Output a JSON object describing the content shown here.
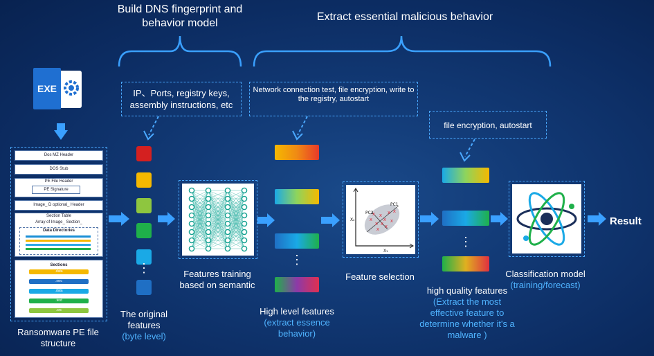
{
  "headers": {
    "dns_model": "Build DNS fingerprint and behavior model",
    "extract": "Extract essential malicious behavior"
  },
  "notes": {
    "features": "IP、Ports, registry keys, assembly instructions, etc",
    "behaviors": "Network connection test, file encryption, write to the registry, autostart",
    "quality": "file encryption, autostart"
  },
  "exe_icon": {
    "label": "EXE",
    "icon": "gear-icon"
  },
  "pe": {
    "dos_mz": "Dos MZ Header",
    "dos_stub": "DOS Stub",
    "pe_file_header": "PE File Header",
    "pe_signature": "PE Signature",
    "optional_header": "Image_ D optional_ Header",
    "section_table": "Section Table",
    "array_section": "Array of Image_ Section_",
    "data_directories": "Data Directories",
    "sections_title": "Sections",
    "sections": [
      ".data",
      ".rsrc",
      ".data",
      ".text",
      ".src"
    ],
    "caption": "Ransomware PE file structure"
  },
  "labels": {
    "original": "The original features",
    "original_sub": "(byte level)",
    "training": "Features training based on semantic",
    "high_level": "High level features",
    "high_level_sub": "(extract essence behavior)",
    "selection": "Feature selection",
    "high_quality": "high quality features",
    "high_quality_sub": "(Extract the most effective feature to determine whether it's a malware )",
    "classification": "Classification model",
    "classification_sub": "(training/forecast)",
    "result": "Result"
  },
  "scatter": {
    "pc1": "PC1",
    "pc2": "PC2",
    "y_axis": "X₂",
    "x_axis": "X₁"
  },
  "dots": "⋮",
  "colors": {
    "background": "#0d2a5c",
    "dashed_border": "#4aa8ff",
    "accent_blue": "#4fb3ff",
    "arrow": "#3aa0ff",
    "squares": [
      "#d42020",
      "#f5b800",
      "#8ec63f",
      "#1fb04a",
      "#1aa9e6",
      "#1f6fc4"
    ]
  }
}
